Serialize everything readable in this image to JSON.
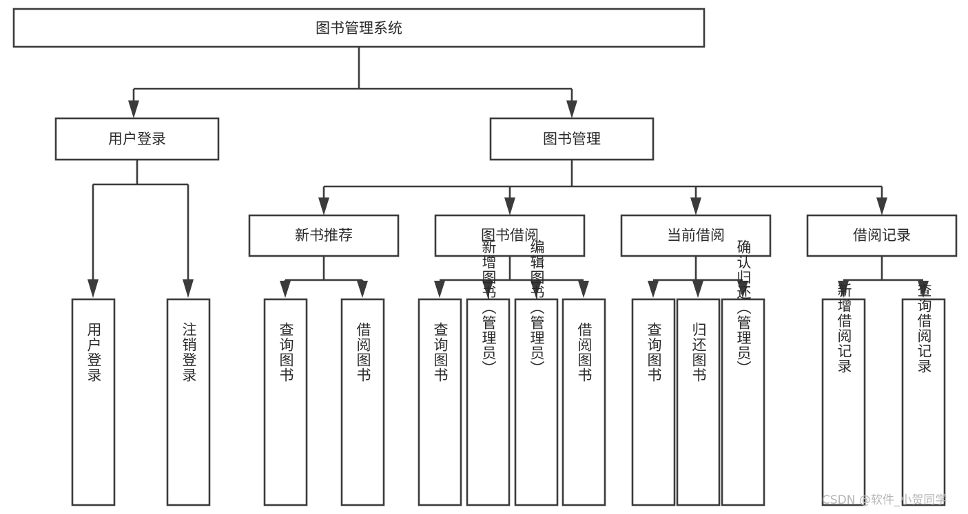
{
  "diagram": {
    "title": "图书管理系统",
    "type": "hierarchy-tree",
    "root": {
      "id": "root",
      "label": "图书管理系统",
      "orientation": "horizontal"
    },
    "levels": [
      {
        "level": 2,
        "nodes": [
          {
            "id": "user-login",
            "label": "用户登录",
            "orientation": "horizontal"
          },
          {
            "id": "book-manage",
            "label": "图书管理",
            "orientation": "horizontal"
          }
        ]
      },
      {
        "level": 3,
        "parent": "book-manage",
        "nodes": [
          {
            "id": "new-book-recommend",
            "label": "新书推荐",
            "orientation": "horizontal"
          },
          {
            "id": "book-borrow",
            "label": "图书借阅",
            "orientation": "horizontal"
          },
          {
            "id": "current-borrow",
            "label": "当前借阅",
            "orientation": "horizontal"
          },
          {
            "id": "borrow-record",
            "label": "借阅记录",
            "orientation": "horizontal"
          }
        ]
      },
      {
        "level": 4,
        "groups": [
          {
            "parent": "user-login",
            "nodes": [
              {
                "id": "leaf-user-login",
                "label": "用户登录",
                "orientation": "vertical"
              },
              {
                "id": "leaf-user-logout",
                "label": "注销登录",
                "orientation": "vertical"
              }
            ]
          },
          {
            "parent": "new-book-recommend",
            "nodes": [
              {
                "id": "leaf-query-book-1",
                "label": "查询图书",
                "orientation": "vertical"
              },
              {
                "id": "leaf-borrow-book-1",
                "label": "借阅图书",
                "orientation": "vertical"
              }
            ]
          },
          {
            "parent": "book-borrow",
            "nodes": [
              {
                "id": "leaf-query-book-2",
                "label": "查询图书",
                "orientation": "vertical"
              },
              {
                "id": "leaf-add-book",
                "label": "新增图书（管理员）",
                "orientation": "vertical"
              },
              {
                "id": "leaf-edit-book",
                "label": "编辑图书（管理员）",
                "orientation": "vertical"
              },
              {
                "id": "leaf-borrow-book-2",
                "label": "借阅图书",
                "orientation": "vertical"
              }
            ]
          },
          {
            "parent": "current-borrow",
            "nodes": [
              {
                "id": "leaf-query-book-3",
                "label": "查询图书",
                "orientation": "vertical"
              },
              {
                "id": "leaf-return-book",
                "label": "归还图书",
                "orientation": "vertical"
              },
              {
                "id": "leaf-confirm-return",
                "label": "确认归还（管理员）",
                "orientation": "vertical"
              }
            ]
          },
          {
            "parent": "borrow-record",
            "nodes": [
              {
                "id": "leaf-add-record",
                "label": "新增借阅记录",
                "orientation": "vertical"
              },
              {
                "id": "leaf-query-record",
                "label": "查询借阅记录",
                "orientation": "vertical"
              }
            ]
          }
        ]
      }
    ],
    "colors": {
      "stroke": "#3b3b3b",
      "fill": "#ffffff",
      "text": "#2a2a2a",
      "watermark": "#b6b6b6",
      "background": "#ffffff"
    }
  },
  "watermark": {
    "label": "CSDN @软件_小贺同学"
  }
}
